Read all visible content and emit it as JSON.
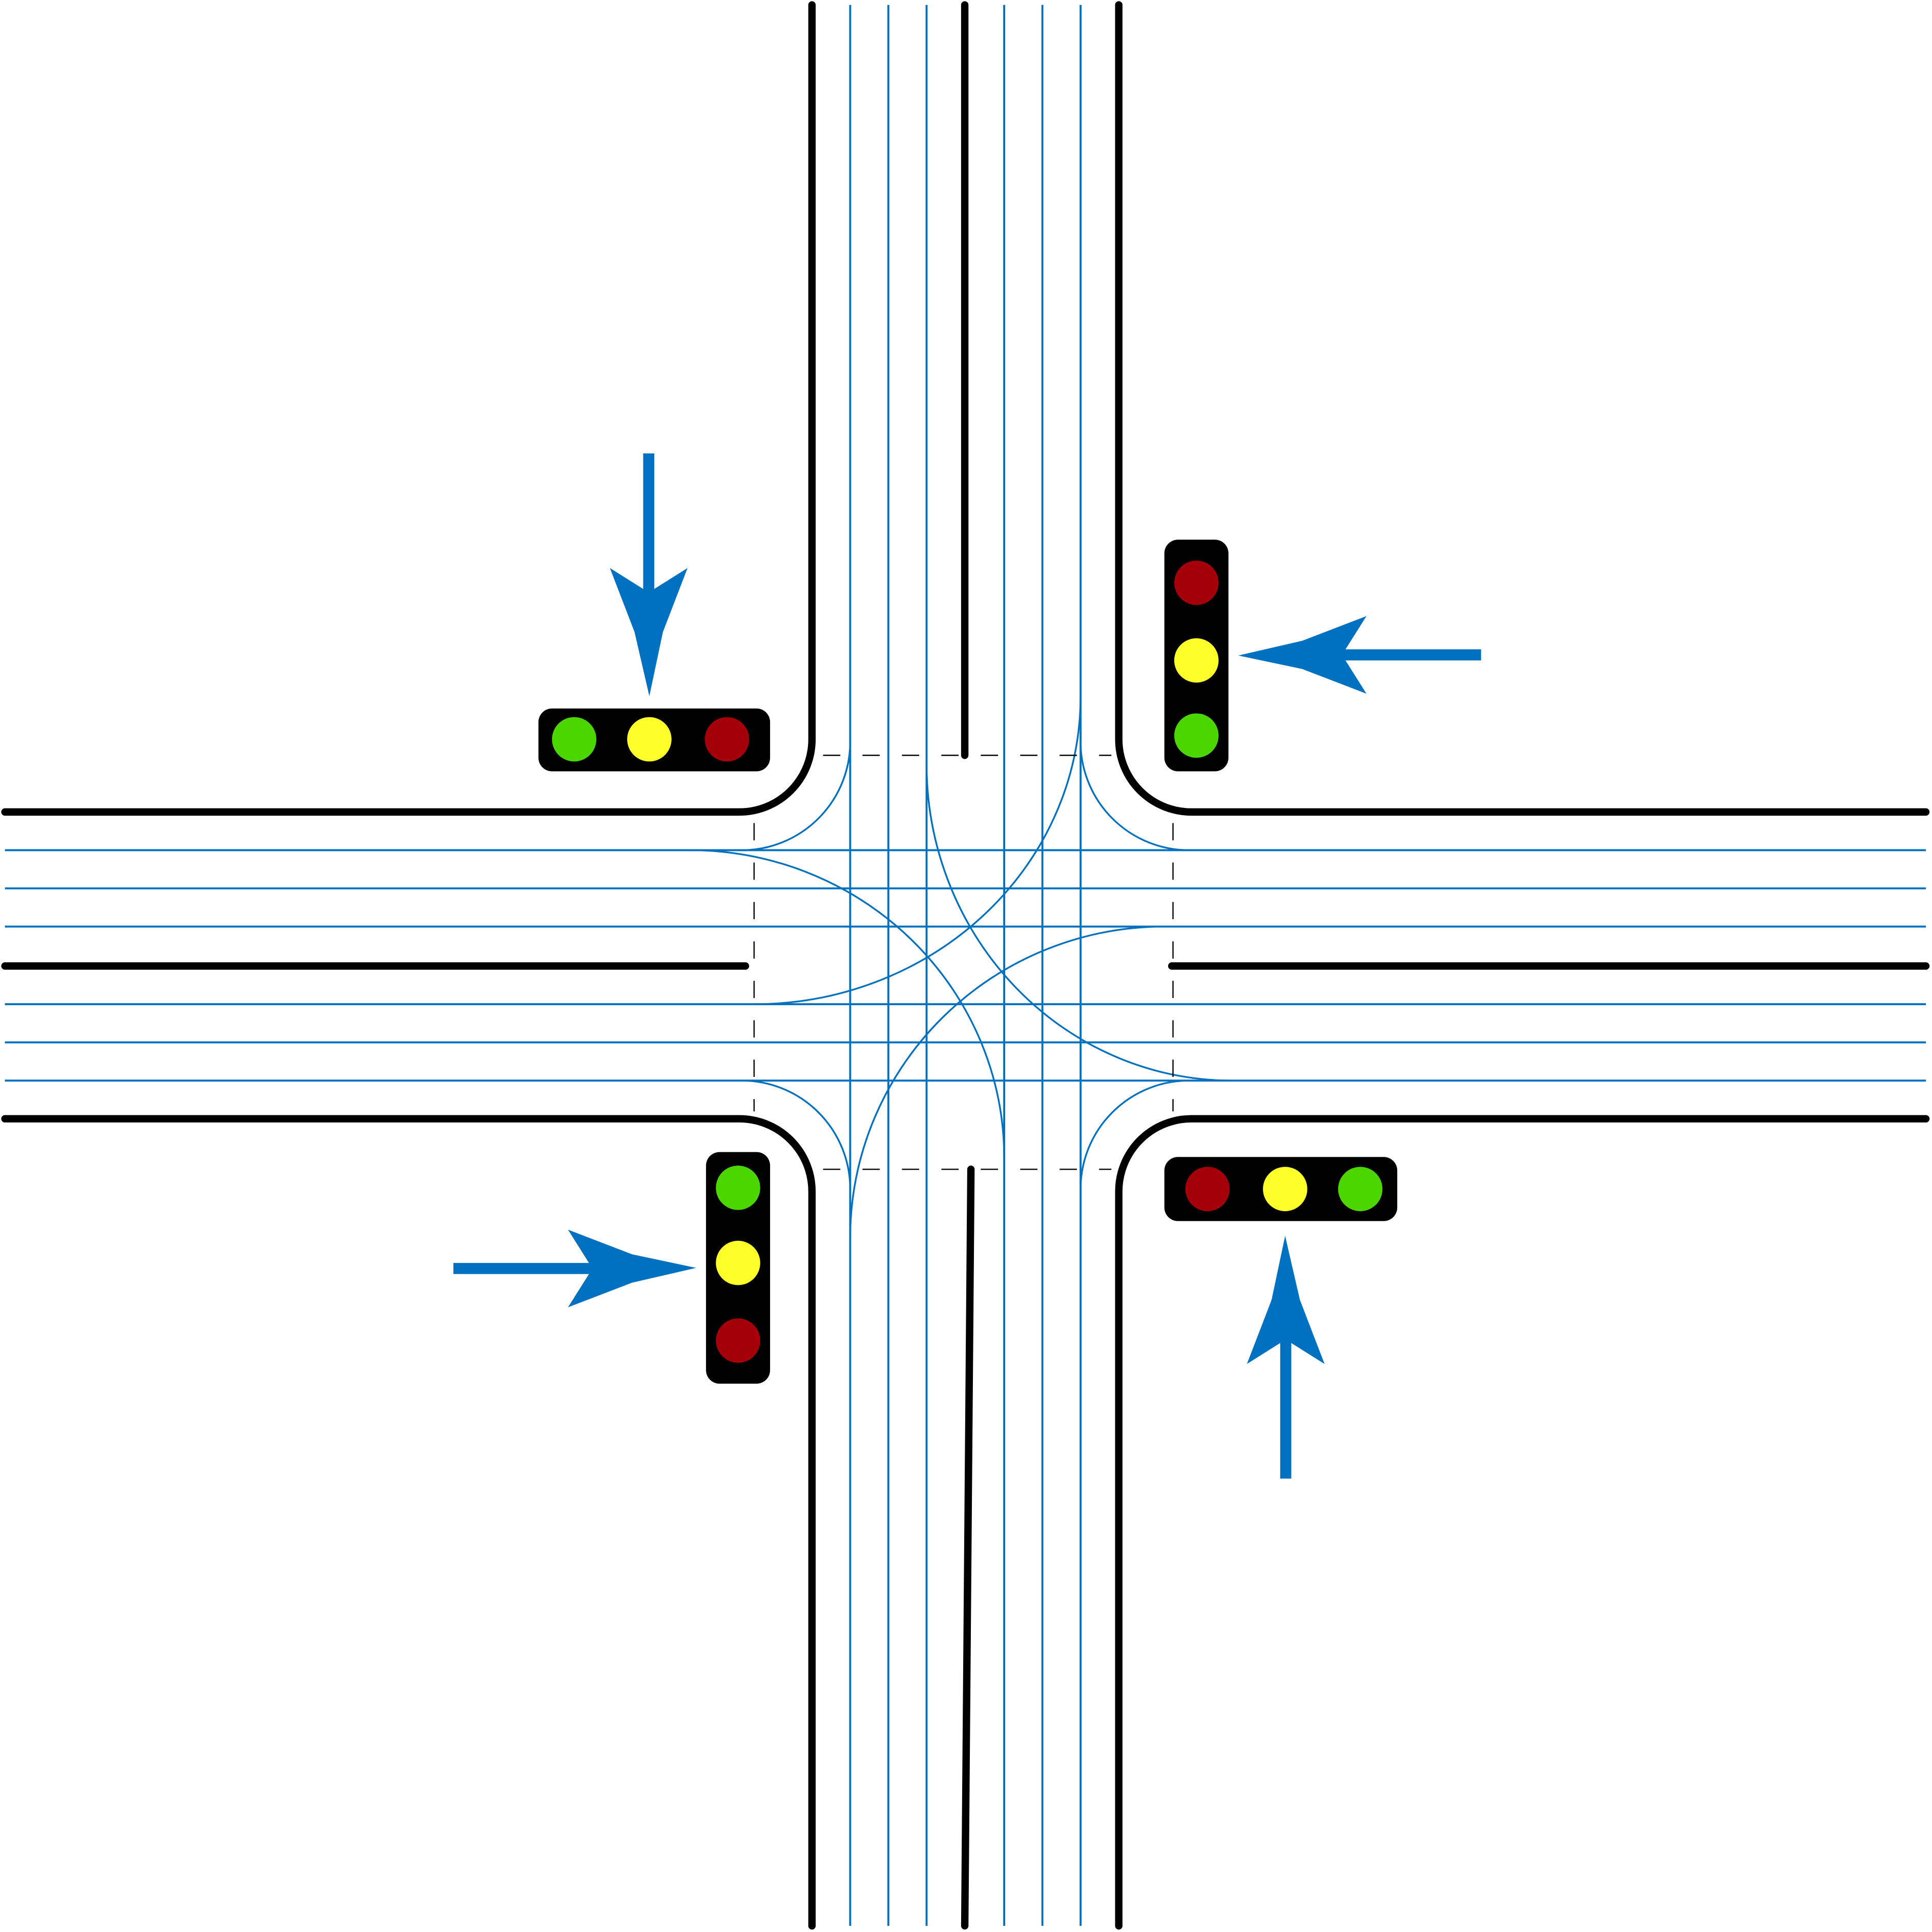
{
  "diagram": {
    "type": "four-way-intersection",
    "colors": {
      "road_edge": "#000000",
      "lane_line": "#0070c0",
      "stop_line": "#000000",
      "signal_housing": "#000000",
      "light_red": "#a50009",
      "light_yellow": "#ffff2a",
      "light_green": "#4cd600",
      "arrow": "#0070c0",
      "background": "#ffffff"
    },
    "approaches": [
      {
        "direction": "southbound",
        "signal_order": [
          "green",
          "yellow",
          "red"
        ]
      },
      {
        "direction": "westbound",
        "signal_order": [
          "red",
          "yellow",
          "green"
        ]
      },
      {
        "direction": "eastbound",
        "signal_order": [
          "green",
          "yellow",
          "red"
        ]
      },
      {
        "direction": "northbound",
        "signal_order": [
          "red",
          "yellow",
          "green"
        ]
      }
    ]
  }
}
